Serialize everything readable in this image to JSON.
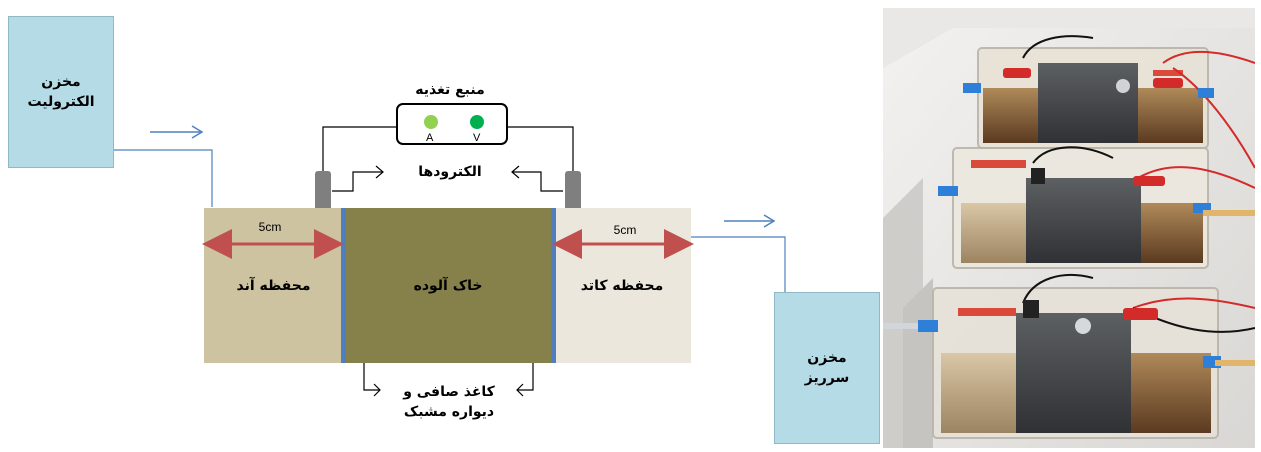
{
  "diagram": {
    "electrolyte_tank": "مخزن\nالکترولیت",
    "overflow_tank": "مخزن\nسرریز",
    "power_supply": "منبع تغذیه",
    "ammeter_label": "A",
    "voltmeter_label": "V",
    "electrodes_label": "الکترودها",
    "anode_compartment": "محفظه آند",
    "cathode_compartment": "محفظه کاتد",
    "soil_label": "خاک آلوده",
    "anode_width": "5cm",
    "cathode_width": "5cm",
    "filter_label": "کاغذ صافی و\nدیواره مشبک",
    "colors": {
      "tank": "#b5dce6",
      "anode": "#cdc3a0",
      "soil": "#86804a",
      "cathode": "#ebe7dd",
      "membrane": "#4f7fbf",
      "dimension_arrow": "#c0504d",
      "flow_arrow": "#4f81bd",
      "ammeter": "#92d050",
      "voltmeter": "#00b050",
      "electrode": "#7f7f7f"
    }
  },
  "photo": {
    "description_icon": "electrokinetic-cells-photo-icon"
  }
}
